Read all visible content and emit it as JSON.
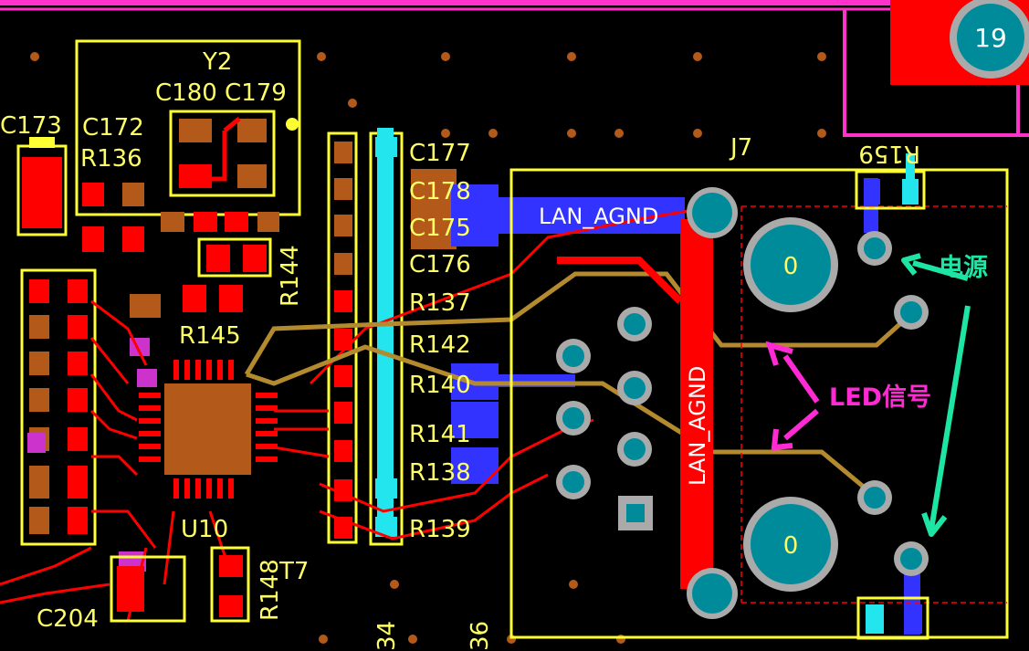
{
  "title": "",
  "refdes": {
    "y2": "Y2",
    "c180_c179": "C180 C179",
    "c173": "C173",
    "c172": "C172",
    "r136": "R136",
    "c177": "C177",
    "c178": "C178",
    "c175": "C175",
    "c176": "C176",
    "r137": "R137",
    "r142": "R142",
    "r140": "R140",
    "r141": "R141",
    "r138": "R138",
    "r139": "R139",
    "r144": "R144",
    "r145": "R145",
    "u10": "U10",
    "r148": "R148",
    "t7": "T7",
    "c204": "C204",
    "j7": "J7",
    "r159": "R159",
    "n34": "34",
    "n36": "36"
  },
  "nets": {
    "lan_agnd_h": "LAN_AGND",
    "lan_agnd_v": "LAN_AGND"
  },
  "pads": {
    "page_num": "19",
    "mount_top": "0",
    "mount_bottom": "0"
  },
  "annotations": {
    "power": "电源",
    "led_signal": "LED信号"
  },
  "colors": {
    "background": "#000000",
    "silkscreen": "#ffff33",
    "top_copper": "#ff0000",
    "bottom_copper": "#3333ff",
    "component_pad": "#b35a1a",
    "cyan_layer": "#22e5ee",
    "board_edge": "#ff33cc",
    "via": "#7fa8a8",
    "via_ring": "#008b9b",
    "led_trace": "#b48a2e",
    "annotation_power": "#1de5a4",
    "annotation_led": "#ff2ad4"
  }
}
